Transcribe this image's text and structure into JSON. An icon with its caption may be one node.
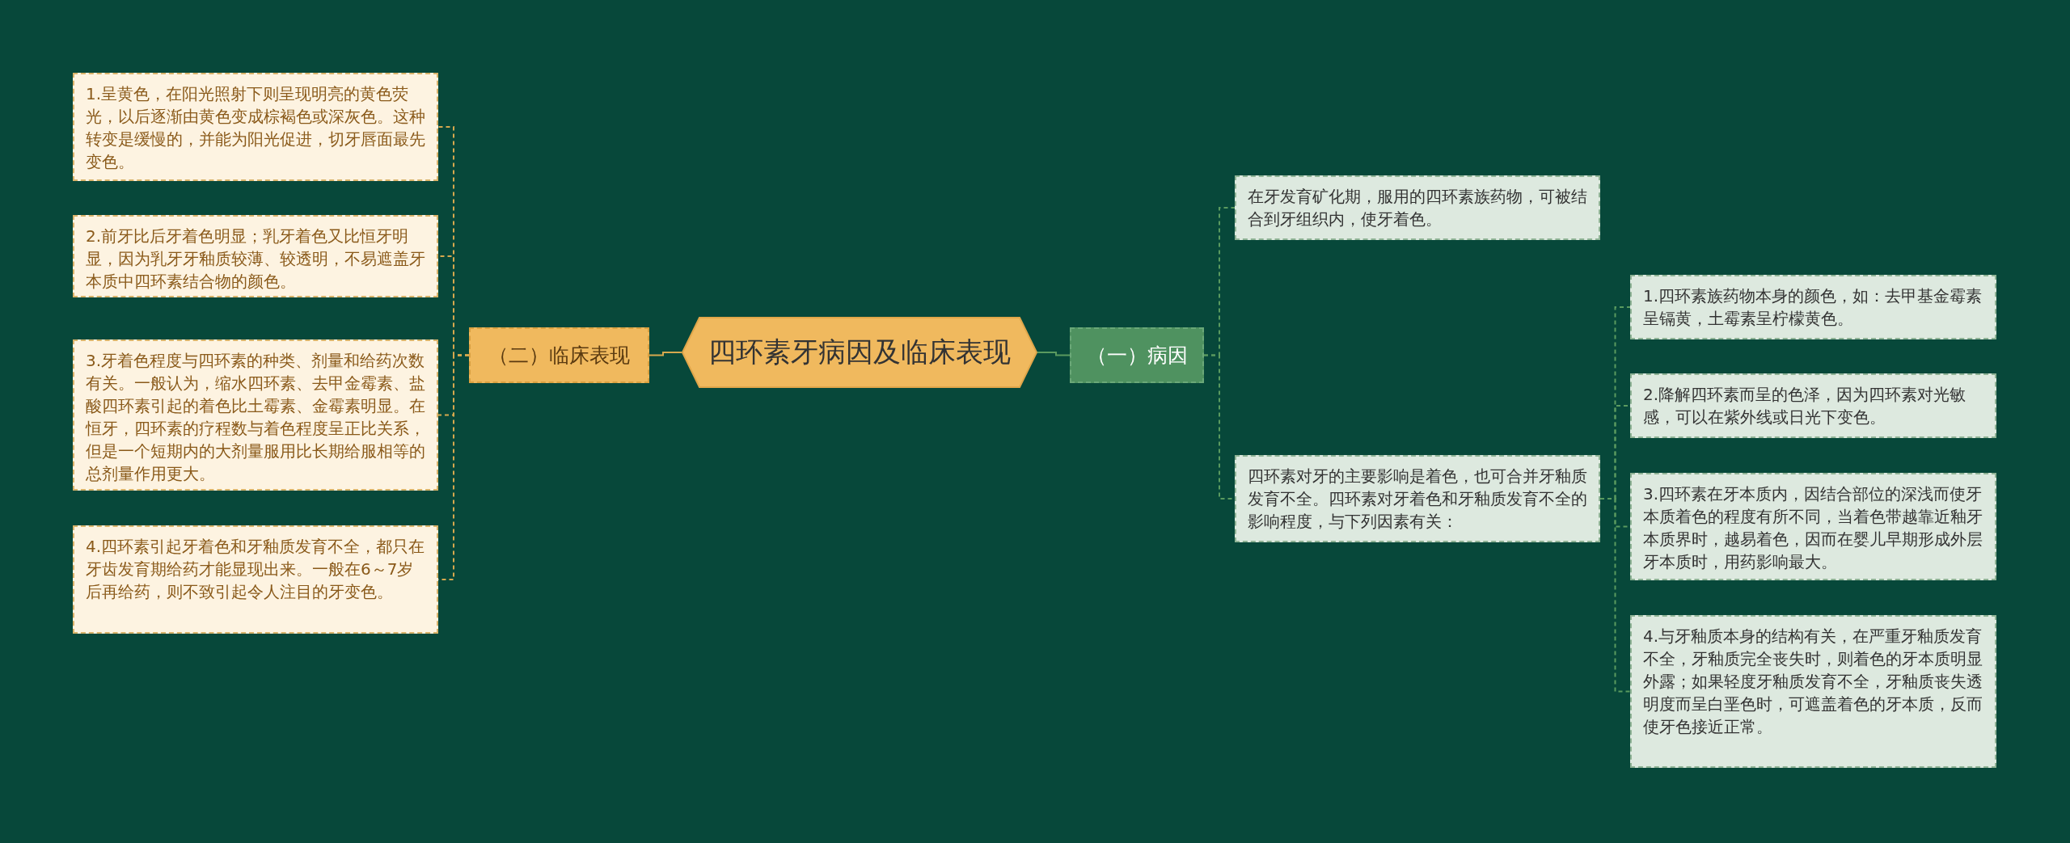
{
  "diagram": {
    "nodes": [
      {
        "text": [
          "四环素牙病因及临床表现"
        ]
      },
      {
        "text": [
          "（二）临床表现"
        ]
      },
      {
        "text": [
          "1.呈黄色，在阳光照射下则呈现明亮的黄色荧光，以后逐渐由黄色变成棕褐色或深灰色。这种转变是缓慢的，并能为阳光促进，切牙唇面最先变色。"
        ]
      },
      {
        "text": [
          "2.前牙比后牙着色明显；乳牙着色又比恒牙明显，因为乳牙牙釉质较薄、较透明，不易遮盖牙本质中四环素结合物的颜色。"
        ]
      },
      {
        "text": [
          "3.牙着色程度与四环素的种类、剂量和给药次数有关。一般认为，缩水四环素、去甲金霉素、盐酸四环素引起的着色比土霉素、金霉素明显。在恒牙，四环素的疗程数与着色程度呈正比关系，但是一个短期内的大剂量服用比长期给服相等的总剂量作用更大。"
        ]
      },
      {
        "text": [
          "4.四环素引起牙着色和牙釉质发育不全，都只在牙齿发育期给药才能显现出来。一般在6～7岁后再给药，则不致引起令人注目的牙变色。"
        ]
      },
      {
        "text": [
          "（一）病因"
        ]
      },
      {
        "text": [
          "在牙发育矿化期，服用的四环素族药物，可被结合到牙组织内，使牙着色。"
        ]
      },
      {
        "text": [
          "四环素对牙的主要影响是着色，也可合并牙釉质发育不全。四环素对牙着色和牙釉质发育不全的影响程度，与下列因素有关："
        ]
      },
      {
        "text": [
          "1.四环素族药物本身的颜色，如：去甲基金霉素呈镉黄，土霉素呈柠檬黄色。"
        ]
      },
      {
        "text": [
          "2.降解四环素而呈的色泽，因为四环素对光敏感，可以在紫外线或日光下变色。"
        ]
      },
      {
        "text": [
          "3.四环素在牙本质内，因结合部位的深浅而使牙本质着色的程度有所不同，当着色带越靠近釉牙本质界时，越易着色，因而在婴儿早期形成外层牙本质时，用药影响最大。"
        ]
      },
      {
        "text": [
          "4.与牙釉质本身的结构有关，在严重牙釉质发育不全，牙釉质完全丧失时，则着色的牙本质明显外露；如果轻度牙釉质发育不全，牙釉质丧失透明度而呈白垩色时，可遮盖着色的牙本质，反而使牙色接近正常。"
        ]
      }
    ],
    "edges": [
      {
        "from": 0,
        "to": 1,
        "arrow": "none",
        "color": "#d6a84e"
      },
      {
        "from": 1,
        "to": 2,
        "arrow": "none",
        "style": "dashed",
        "color": "#d6a84e"
      },
      {
        "from": 1,
        "to": 3,
        "arrow": "none",
        "style": "dashed",
        "color": "#d6a84e"
      },
      {
        "from": 1,
        "to": 4,
        "arrow": "none",
        "style": "dashed",
        "color": "#d6a84e"
      },
      {
        "from": 1,
        "to": 5,
        "arrow": "none",
        "style": "dashed",
        "color": "#d6a84e"
      },
      {
        "from": 0,
        "to": 6,
        "arrow": "none"
      },
      {
        "from": 6,
        "to": 7,
        "arrow": "none",
        "style": "dashed"
      },
      {
        "from": 6,
        "to": 8,
        "arrow": "none",
        "style": "dashed"
      },
      {
        "from": 8,
        "to": 9,
        "arrow": "none",
        "style": "dashed"
      },
      {
        "from": 8,
        "to": 10,
        "arrow": "none",
        "style": "dashed"
      },
      {
        "from": 8,
        "to": 11,
        "arrow": "none",
        "style": "dashed"
      },
      {
        "from": 8,
        "to": 12,
        "arrow": "none",
        "style": "dashed"
      }
    ]
  }
}
